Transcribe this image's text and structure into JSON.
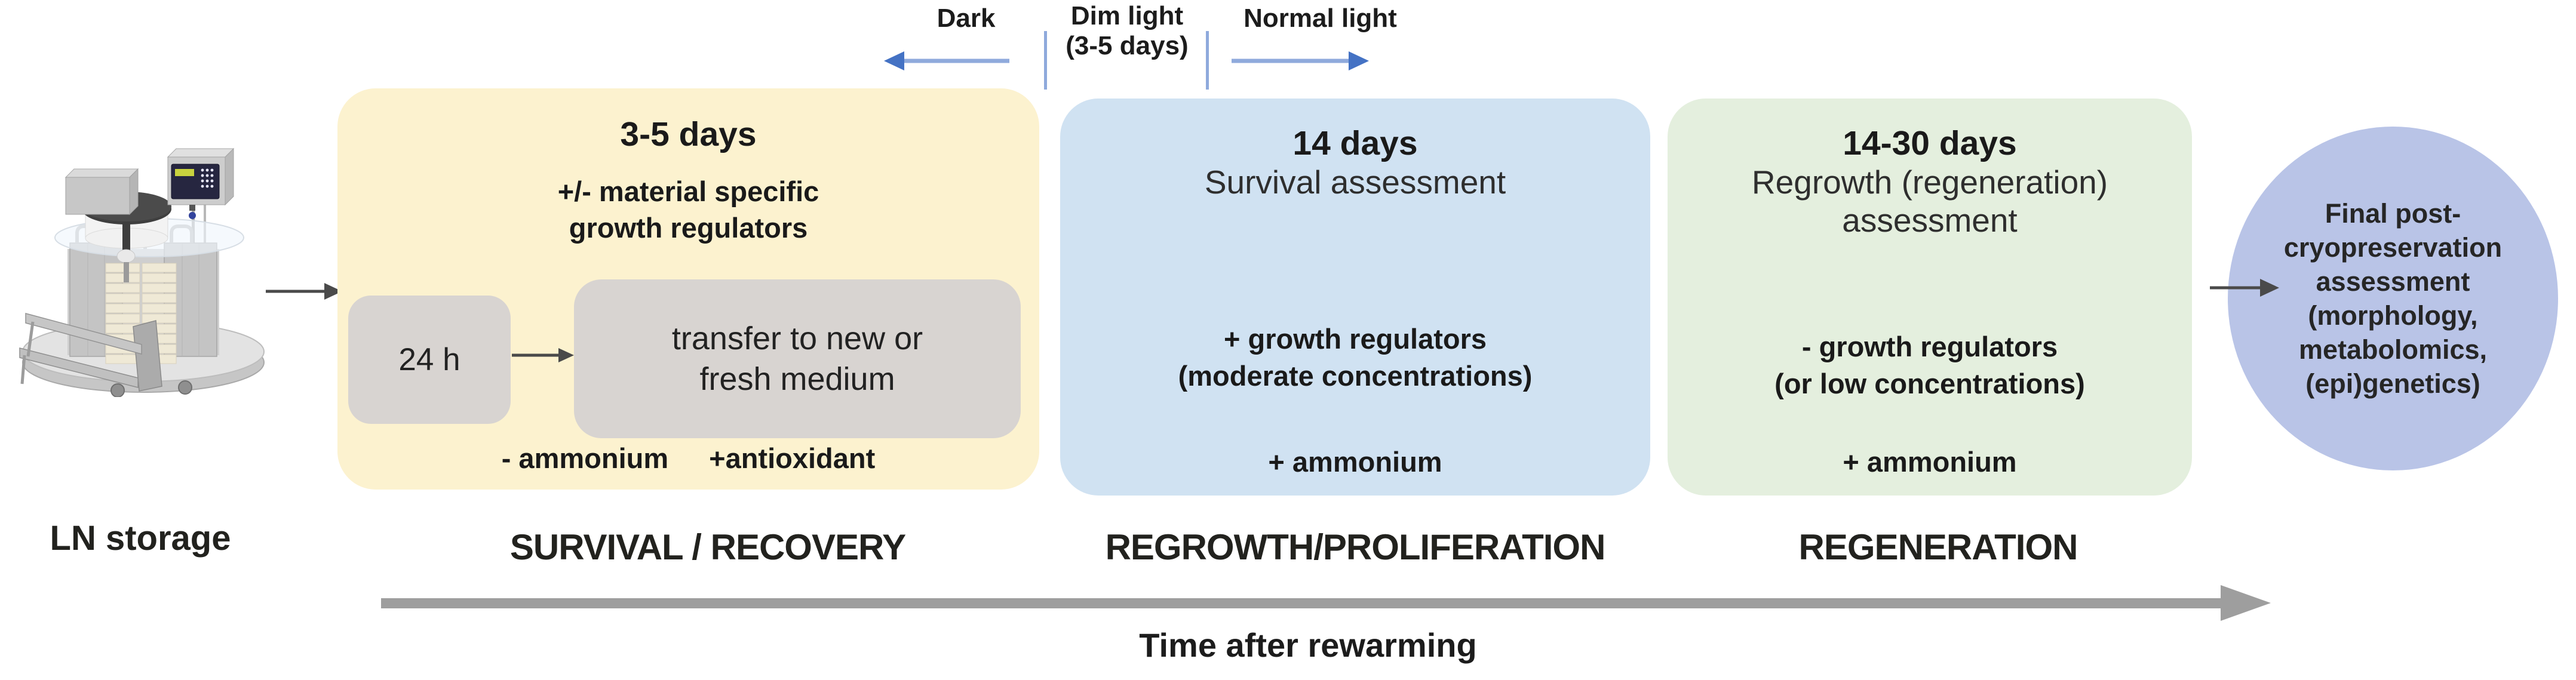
{
  "palette": {
    "survival_box_bg": "#FCF2CF",
    "regrowth_box_bg": "#D0E2F2",
    "regeneration_box_bg": "#E4EFDE",
    "final_circle_bg": "#B9C4E7",
    "inner_box_bg": "#D8D4D1",
    "light_arrow_line": "#8FAADC",
    "light_arrow_head": "#4472C4",
    "flow_arrow": "#4A4A4A",
    "timeline_arrow": "#9E9E9E",
    "text": "#1C1C1C"
  },
  "light_conditions": {
    "dark": "Dark",
    "dim_line1": "Dim light",
    "dim_line2": "(3-5 days)",
    "normal": "Normal light"
  },
  "ln_storage": {
    "label": "LN storage"
  },
  "phases": [
    {
      "duration": "3-5 days",
      "note_line1": "+/- material specific",
      "note_line2": "growth regulators",
      "inner_box_1": "24 h",
      "inner_box_2_line1": "transfer to new or",
      "inner_box_2_line2": "fresh medium",
      "footer_left": "- ammonium",
      "footer_right": "+antioxidant",
      "stage_label": "SURVIVAL / RECOVERY"
    },
    {
      "duration": "14 days",
      "subtitle": "Survival assessment",
      "note_line1": "+ growth regulators",
      "note_line2": "(moderate concentrations)",
      "note_line3": "+ ammonium",
      "stage_label": "REGROWTH/PROLIFERATION"
    },
    {
      "duration": "14-30 days",
      "subtitle_line1": "Regrowth (regeneration)",
      "subtitle_line2": "assessment",
      "note_line1": "- growth regulators",
      "note_line2": "(or low concentrations)",
      "note_line3": "+ ammonium",
      "stage_label": "REGENERATION"
    }
  ],
  "final_assessment": {
    "line1": "Final post-",
    "line2": "cryopreservation",
    "line3": "assessment",
    "line4": "(morphology,",
    "line5": "metabolomics,",
    "line6": "(epi)genetics)"
  },
  "timeline": {
    "label": "Time after rewarming"
  }
}
